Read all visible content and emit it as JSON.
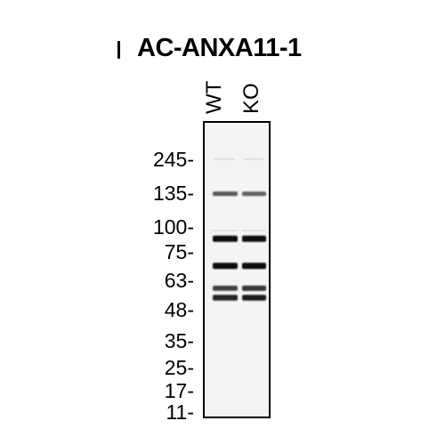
{
  "title": "AC-ANXA11-1",
  "lanes": [
    "WT",
    "KO"
  ],
  "markers": [
    {
      "label": "245-",
      "kda": 245
    },
    {
      "label": "135-",
      "kda": 135
    },
    {
      "label": "100-",
      "kda": 100
    },
    {
      "label": "75-",
      "kda": 75
    },
    {
      "label": "63-",
      "kda": 63
    },
    {
      "label": "48-",
      "kda": 48
    },
    {
      "label": "35-",
      "kda": 35
    },
    {
      "label": "25-",
      "kda": 25
    },
    {
      "label": "17-",
      "kda": 17
    },
    {
      "label": "11-",
      "kda": 11
    }
  ],
  "bands": [
    {
      "kda": 140,
      "wt": 0.55,
      "ko": 0.5
    },
    {
      "kda": 90,
      "wt": 1.0,
      "ko": 1.0
    },
    {
      "kda": 70,
      "wt": 1.0,
      "ko": 1.0
    },
    {
      "kda": 60,
      "wt": 0.7,
      "ko": 0.75
    },
    {
      "kda": 55,
      "wt": 0.85,
      "ko": 0.9
    }
  ],
  "colors": {
    "band": "#111111",
    "membrane": "#f4f4f4"
  }
}
